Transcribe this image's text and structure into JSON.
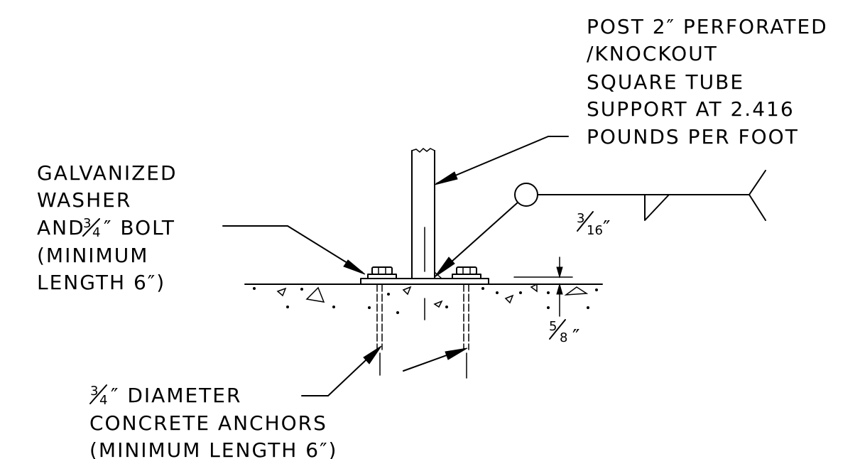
{
  "labels": {
    "post": [
      "POST 2″ PERFORATED",
      "/KNOCKOUT",
      "SQUARE TUBE",
      "SUPPORT AT 2.416",
      "POUNDS PER FOOT"
    ],
    "washer": {
      "line1": "GALVANIZED",
      "line2": "WASHER",
      "line3_pre": "AND",
      "line3_frac_num": "3",
      "line3_frac_den": "4",
      "line3_post": "″ BOLT",
      "line4": "(MINIMUM",
      "line5": "LENGTH 6″)"
    },
    "anchors": {
      "line1_frac_num": "3",
      "line1_frac_den": "4",
      "line1_post": "″ DIAMETER",
      "line2": "CONCRETE ANCHORS",
      "line3": "(MINIMUM LENGTH 6″)"
    },
    "weld_size": {
      "num": "3",
      "den": "16",
      "unit": "″"
    },
    "plate_thickness": {
      "num": "5",
      "den": "8",
      "unit": "″"
    }
  }
}
